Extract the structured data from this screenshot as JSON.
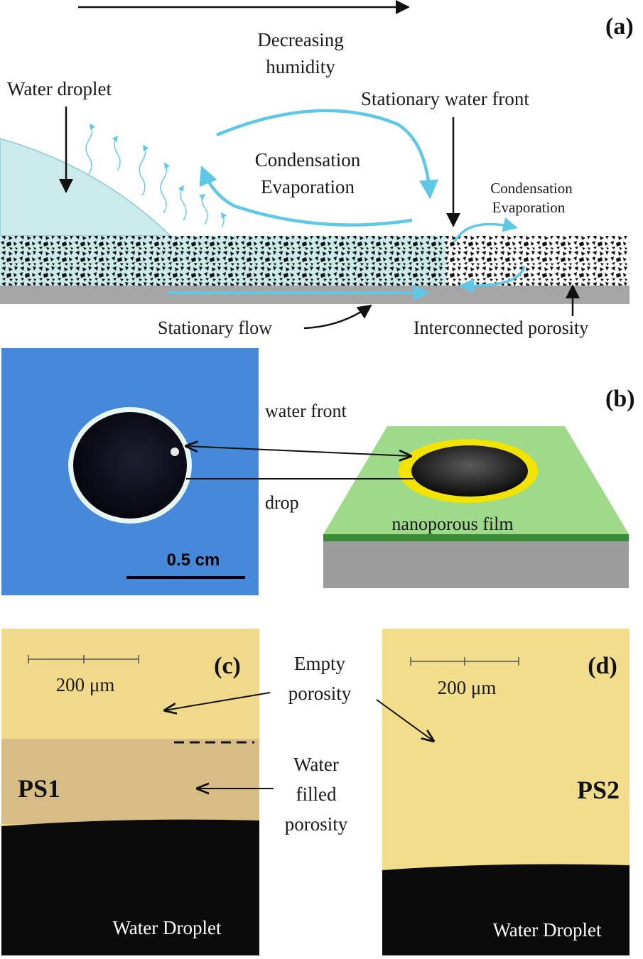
{
  "panels": {
    "a": {
      "tag": "(a)",
      "decreasing_line1": "Decreasing",
      "decreasing_line2": "humidity",
      "water_droplet": "Water droplet",
      "stationary_water_front": "Stationary water front",
      "cond_line1": "Condensation",
      "cond_line2": "Evaporation",
      "small_cond_line1": "Condensation",
      "small_cond_line2": "Evaporation",
      "stationary_flow": "Stationary flow",
      "interconnected_porosity": "Interconnected porosity"
    },
    "b": {
      "tag": "(b)",
      "water_front": "water front",
      "drop": "drop",
      "scale_bar": "0.5 cm",
      "film": "nanoporous film"
    },
    "c": {
      "tag": "(c)",
      "scale": "200  μm",
      "sample": "PS1",
      "droplet": "Water Droplet"
    },
    "d": {
      "tag": "(d)",
      "scale": "200  μm",
      "sample": "PS2",
      "droplet": "Water Droplet"
    },
    "middle": {
      "empty_line1": "Empty",
      "empty_line2": "porosity",
      "filled_line1": "Water",
      "filled_line2": "filled",
      "filled_line3": "porosity"
    }
  },
  "colors": {
    "water": "#cbeaea",
    "cyan_arrow": "#5ec8e6",
    "substrate": "#a6a6a6",
    "film_green": "#9fd98a",
    "photo_blue": "#4a8fe0",
    "optic_yellow": "#f0d98a",
    "droplet_black": "#0b0b0b"
  }
}
